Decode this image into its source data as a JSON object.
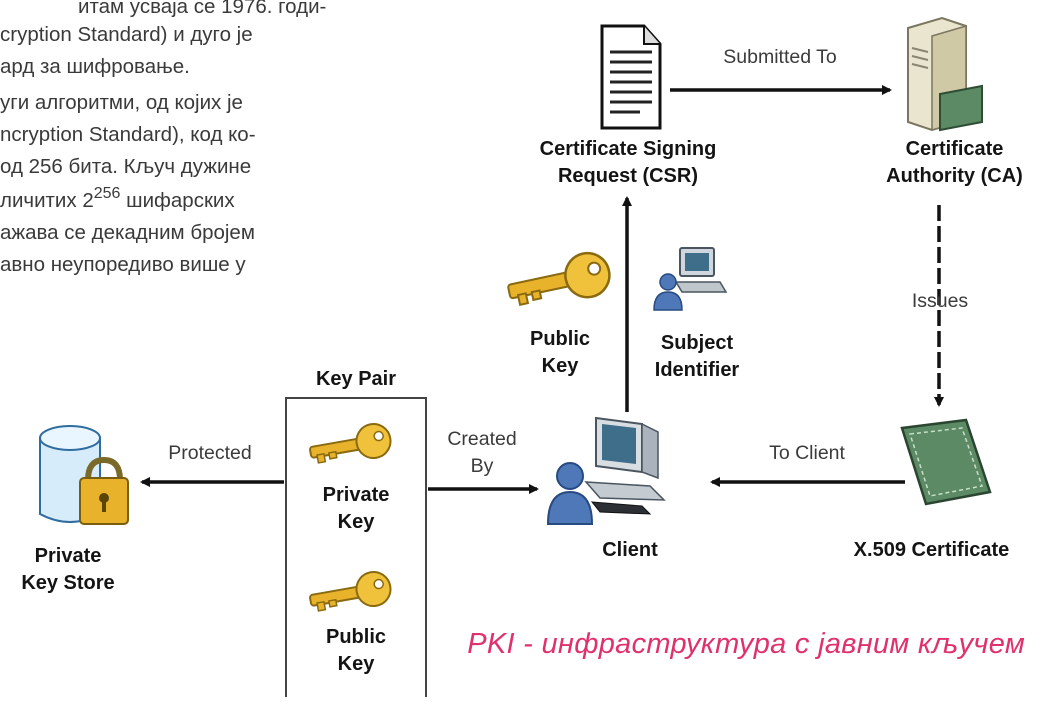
{
  "body_text": {
    "lines": [
      "итам усваја се 1976. годи-",
      "cryption Standard) и дуго је",
      "ард за шифровање.",
      "уги алгоритми, од којих је",
      "ncryption Standard), код ко-",
      "од 256 бита. Кључ дужине",
      "личитих 2",
      "256",
      " шифарских",
      "ажава се декадним бројем",
      "авно неупоредиво више у"
    ]
  },
  "diagram": {
    "nodes": {
      "csr": [
        "Certificate Signing",
        "Request (CSR)"
      ],
      "ca": [
        "Certificate",
        "Authority (CA)"
      ],
      "public_key_top": [
        "Public",
        "Key"
      ],
      "subject_identifier": [
        "Subject",
        "Identifier"
      ],
      "key_pair_title": "Key Pair",
      "private_key": [
        "Private",
        "Key"
      ],
      "public_key_bottom": [
        "Public",
        "Key"
      ],
      "client": "Client",
      "private_key_store": [
        "Private",
        "Key Store"
      ],
      "certificate": "X.509 Certificate"
    },
    "edges": {
      "submitted_to": "Submitted To",
      "issues": "Issues",
      "to_client": "To Client",
      "created_by": [
        "Created",
        "By"
      ],
      "protected": "Protected"
    }
  },
  "caption": "PKI - инфраструктура с јавним кључем",
  "colors": {
    "caption": "#e0316c",
    "key_gold": "#e8b32a",
    "certificate_green": "#5b8a64",
    "person_blue": "#4f78b8"
  }
}
